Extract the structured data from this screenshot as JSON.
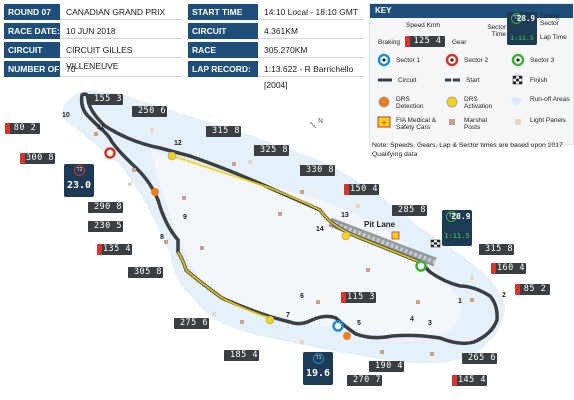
{
  "info": [
    {
      "label": "ROUND 07",
      "value": "CANADIAN GRAND PRIX"
    },
    {
      "label": "START TIME",
      "value": "14:10 Local - 18:10 GMT"
    },
    {
      "label": "RACE DATE:",
      "value": "10 JUN 2018"
    },
    {
      "label": "CIRCUIT LENGTH:",
      "value": "4.361KM"
    },
    {
      "label": "CIRCUIT NAME:",
      "value": "CIRCUIT GILLES VILLENEUVE"
    },
    {
      "label": "RACE DISTANCE:",
      "value": "305.270KM"
    },
    {
      "label": "NUMBER OF LAPS:",
      "value": "70"
    },
    {
      "label": "LAP RECORD:",
      "value": "1:13.622 - R Barrichello [2004]"
    }
  ],
  "key": {
    "title": "KEY",
    "speed_kmh": "Speed Kmh",
    "braking": "Braking",
    "gear": "Gear",
    "sample_speed": "125",
    "sample_gear": "4",
    "sector_time": "Sector Time",
    "timing_sector": "Timing Sector",
    "lap_time": "Lap Time",
    "sample_sector_label": "T3",
    "sample_sector_time": "28.9",
    "sample_lap_time": "1:11.5",
    "sector1": "Sector 1",
    "sector2": "Sector 2",
    "sector3": "Sector 3",
    "circuit": "Circuit",
    "start": "Start",
    "finish": "Finish",
    "drs_detection": "DRS Detection",
    "drs_activation": "DRS Activation",
    "runoff": "Run-off Areas",
    "fia": "FIA Medical & Safety Cars",
    "marshal": "Marshal Posts",
    "light": "Light Panels",
    "colors": {
      "sector1": "#1e8fd6",
      "sector2": "#d8342b",
      "sector3": "#3fae3a",
      "drs_detection": "#f07d1f",
      "drs_activation": "#f2d21b"
    }
  },
  "note": "Note:   Speeds, Gears, Lap & Sector times are based upon 2017 Qualifying data",
  "compass": "N",
  "pit_lane": "Pit Lane",
  "speed_boxes": [
    {
      "id": "s1",
      "speed": "155",
      "gear": "3",
      "braking": false
    },
    {
      "id": "s2",
      "speed": "250",
      "gear": "6",
      "braking": false
    },
    {
      "id": "s3",
      "speed": "80",
      "gear": "2",
      "braking": true
    },
    {
      "id": "s4",
      "speed": "315",
      "gear": "8",
      "braking": false
    },
    {
      "id": "s5",
      "speed": "325",
      "gear": "8",
      "braking": false
    },
    {
      "id": "s6",
      "speed": "300",
      "gear": "8",
      "braking": true
    },
    {
      "id": "s7",
      "speed": "330",
      "gear": "8",
      "braking": false
    },
    {
      "id": "s8",
      "speed": "150",
      "gear": "4",
      "braking": true
    },
    {
      "id": "s9",
      "speed": "290",
      "gear": "8",
      "braking": false
    },
    {
      "id": "s10",
      "speed": "285",
      "gear": "8",
      "braking": false
    },
    {
      "id": "s11",
      "speed": "230",
      "gear": "5",
      "braking": false
    },
    {
      "id": "s12",
      "speed": "135",
      "gear": "4",
      "braking": true
    },
    {
      "id": "s13",
      "speed": "315",
      "gear": "8",
      "braking": false
    },
    {
      "id": "s14",
      "speed": "305",
      "gear": "8",
      "braking": false
    },
    {
      "id": "s15",
      "speed": "160",
      "gear": "4",
      "braking": true
    },
    {
      "id": "s16",
      "speed": "85",
      "gear": "2",
      "braking": true
    },
    {
      "id": "s17",
      "speed": "115",
      "gear": "3",
      "braking": true
    },
    {
      "id": "s18",
      "speed": "275",
      "gear": "6",
      "braking": false
    },
    {
      "id": "s19",
      "speed": "185",
      "gear": "4",
      "braking": false
    },
    {
      "id": "s20",
      "speed": "190",
      "gear": "4",
      "braking": false
    },
    {
      "id": "s21",
      "speed": "265",
      "gear": "6",
      "braking": false
    },
    {
      "id": "s22",
      "speed": "270",
      "gear": "7",
      "braking": false
    },
    {
      "id": "s23",
      "speed": "145",
      "gear": "4",
      "braking": true
    }
  ],
  "sector_times": [
    {
      "label": "T1",
      "time": "19.6"
    },
    {
      "label": "T2",
      "time": "23.0"
    },
    {
      "label": "T3",
      "time": "28.9",
      "lap": "1:11.5"
    }
  ],
  "turns": [
    "1",
    "2",
    "3",
    "4",
    "5",
    "6",
    "7",
    "8",
    "9",
    "10",
    "11",
    "12",
    "13",
    "14"
  ]
}
